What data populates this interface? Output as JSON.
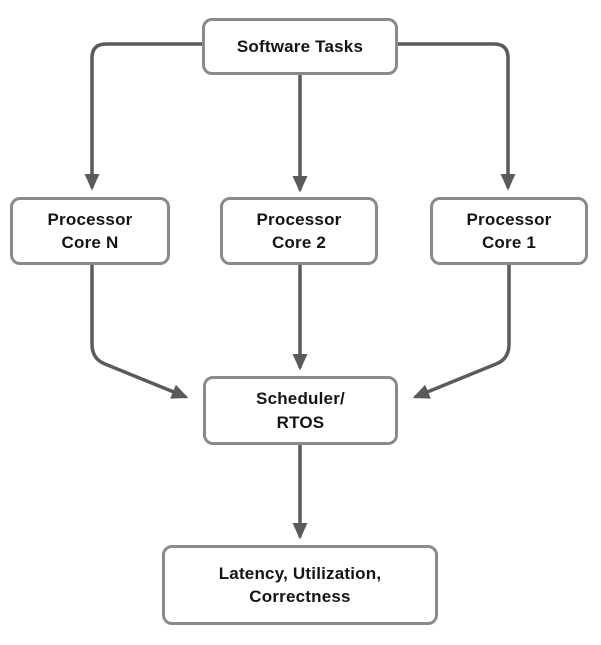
{
  "diagram": {
    "type": "flowchart",
    "nodes": [
      {
        "id": "software-tasks",
        "label": "Software Tasks"
      },
      {
        "id": "processor-core-n",
        "label": "Processor\nCore N"
      },
      {
        "id": "processor-core-2",
        "label": "Processor\nCore 2"
      },
      {
        "id": "processor-core-1",
        "label": "Processor\nCore 1"
      },
      {
        "id": "scheduler-rtos",
        "label": "Scheduler/\nRTOS"
      },
      {
        "id": "metrics",
        "label": "Latency, Utilization,\nCorrectness"
      }
    ],
    "edges": [
      {
        "from": "software-tasks",
        "to": "processor-core-n"
      },
      {
        "from": "software-tasks",
        "to": "processor-core-2"
      },
      {
        "from": "software-tasks",
        "to": "processor-core-1"
      },
      {
        "from": "processor-core-n",
        "to": "scheduler-rtos"
      },
      {
        "from": "processor-core-2",
        "to": "scheduler-rtos"
      },
      {
        "from": "processor-core-1",
        "to": "scheduler-rtos"
      },
      {
        "from": "scheduler-rtos",
        "to": "metrics"
      }
    ],
    "colors": {
      "background": "#ffffff",
      "box_fill": "#ffffff",
      "box_border": "#8a8a8a",
      "arrow": "#5a5a5a",
      "text": "#141414"
    }
  }
}
